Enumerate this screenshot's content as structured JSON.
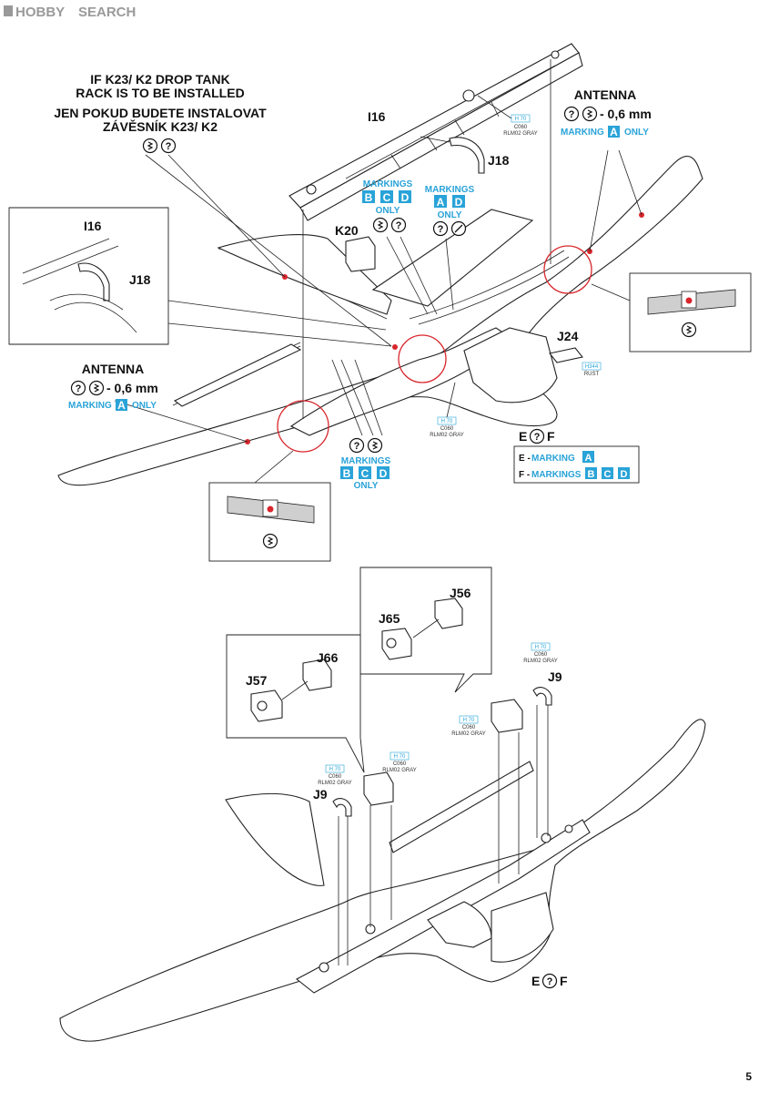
{
  "watermark": {
    "brand": "HOBBY",
    "text": "SEARCH"
  },
  "page_number": "5",
  "drop_tank_note": {
    "en_line1": "IF K23/ K2 DROP TANK",
    "en_line2": "RACK IS TO BE INSTALLED",
    "cz_line1": "JEN POKUD BUDETE INSTALOVAT",
    "cz_line2": "ZÁVĚSNÍK K23/ K2"
  },
  "antenna_right": {
    "title": "ANTENNA",
    "size": "- 0,6 mm",
    "marking": "MARKING",
    "letter": "A",
    "only": "ONLY"
  },
  "antenna_left": {
    "title": "ANTENNA",
    "size": "- 0,6 mm",
    "marking": "MARKING",
    "letter": "A",
    "only": "ONLY"
  },
  "markings_bcd_top": {
    "title": "MARKINGS",
    "letters": [
      "B",
      "C",
      "D"
    ],
    "only": "ONLY"
  },
  "markings_ad_top": {
    "title": "MARKINGS",
    "letters": [
      "A",
      "D"
    ],
    "only": "ONLY"
  },
  "markings_bcd_bottom": {
    "title": "MARKINGS",
    "letters": [
      "B",
      "C",
      "D"
    ],
    "only": "ONLY"
  },
  "parts": {
    "i16": "I16",
    "j18": "J18",
    "k20": "K20",
    "j24": "J24",
    "inset_i16": "I16",
    "inset_j18": "J18",
    "j56": "J56",
    "j65": "J65",
    "j66": "J66",
    "j57": "J57",
    "j9_left": "J9",
    "j9_right": "J9"
  },
  "paint_callouts": {
    "top_spar": {
      "code": "H 70",
      "code2": "C060",
      "name": "RLM02 GRAY"
    },
    "center": {
      "code": "H 70",
      "code2": "C060",
      "name": "RLM02 GRAY"
    },
    "j24": {
      "code": "H344",
      "name": "RUST"
    },
    "lower_left": {
      "code": "H 70",
      "code2": "C060",
      "name": "RLM02 GRAY"
    },
    "lower_mid": {
      "code": "H 70",
      "code2": "C060",
      "name": "RLM02 GRAY"
    },
    "lower_right": {
      "code": "H 70",
      "code2": "C060",
      "name": "RLM02 GRAY"
    },
    "lower_j9": {
      "code": "H 70",
      "code2": "C060",
      "name": "RLM02 GRAY"
    }
  },
  "variant_top": {
    "left": "E",
    "right": "F"
  },
  "variant_bottom": {
    "left": "E",
    "right": "F"
  },
  "variant_legend": {
    "e_prefix": "E - ",
    "e_label": "MARKING",
    "e_letter": "A",
    "f_prefix": "F - ",
    "f_label": "MARKINGS",
    "f_letters": [
      "B",
      "C",
      "D"
    ]
  },
  "colors": {
    "accent_blue": "#29a3d8",
    "highlight_red": "#d8262c",
    "line": "#222222"
  }
}
